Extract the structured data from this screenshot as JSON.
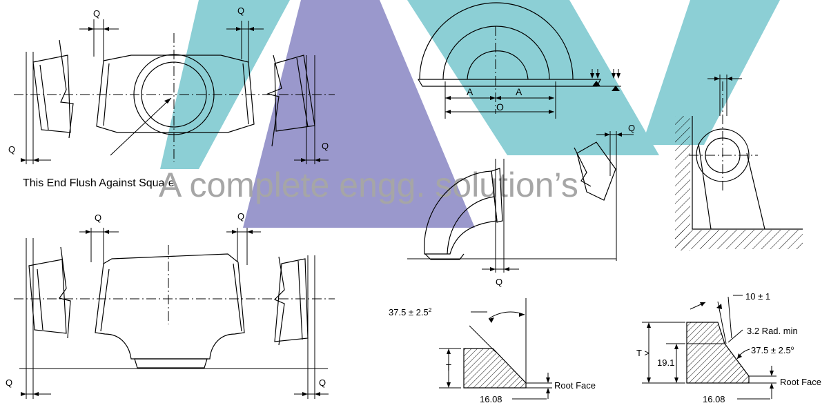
{
  "watermark": {
    "slogan": "A complete engg. solution’s",
    "colors": {
      "teal": "#8ccfd5",
      "purple": "#9a98cc",
      "slogan_gray": "#a6a6a6"
    }
  },
  "labels": {
    "q": "Q",
    "flush_caption": "This End Flush Against Square",
    "a": "A",
    "o": "O",
    "bevel_angle": "37.5 ± 2.5",
    "bevel_angle_sup": "2",
    "bevel_angle_deg": "37.5 ± 2.5",
    "deg_sup": "o",
    "t": "T",
    "t_gt": "T >",
    "root_face": "Root Face",
    "dim_1608": "16.08",
    "dim_191": "19.1",
    "angle_10": "10 ± 1",
    "rad_min": "3.2 Rad. min"
  },
  "colors": {
    "line": "#000000",
    "background": "#ffffff"
  }
}
